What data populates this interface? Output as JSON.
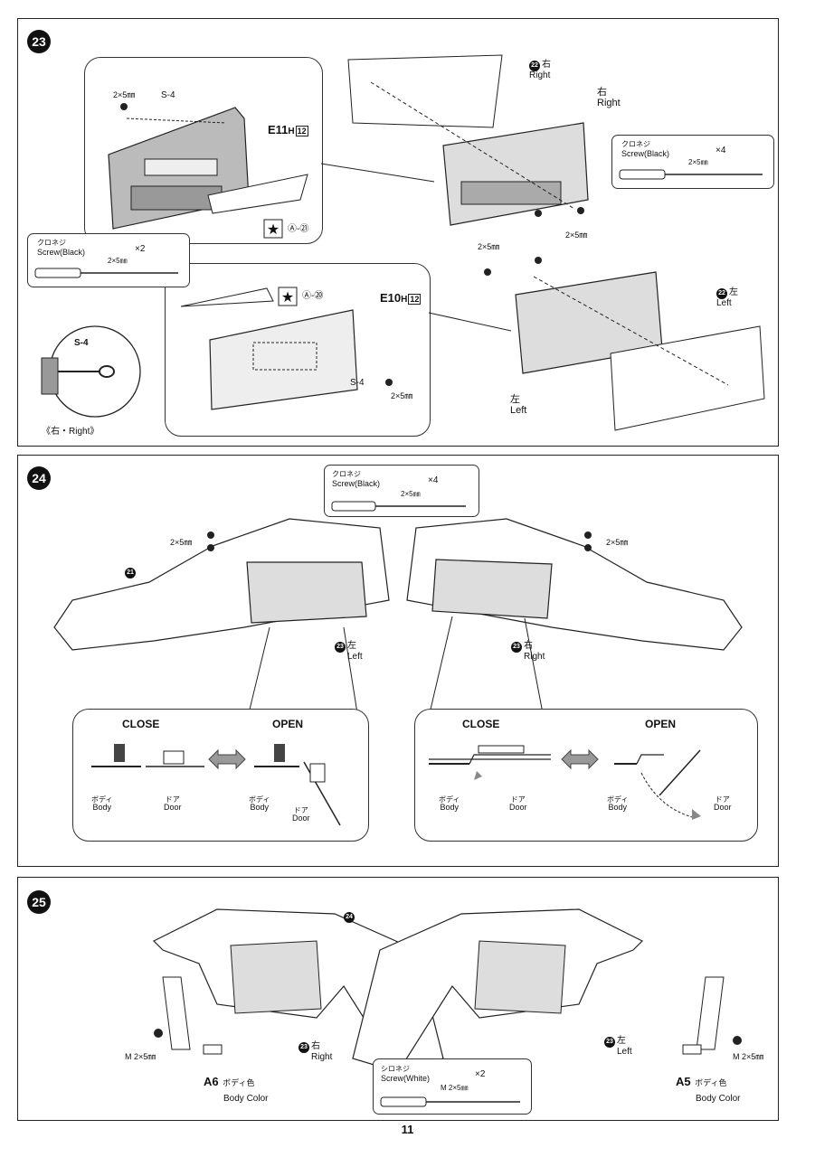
{
  "page_number": "11",
  "step23": {
    "number": "23",
    "screw_size": "2×5㎜",
    "s4": "S-4",
    "e11": "E11",
    "e10": "E10",
    "h12": "H",
    "h12_box": "12",
    "a21": "Ⓐ-㉑",
    "a20": "Ⓐ-⑳",
    "door_right_num": "22",
    "door_right_jp": "右",
    "door_right_en": "Right",
    "right_jp": "右",
    "right_en": "Right",
    "door_left_num": "22",
    "door_left_jp": "左",
    "door_left_en": "Left",
    "left_jp": "左",
    "left_en": "Left",
    "screw_box_right": {
      "jp": "クロネジ",
      "en": "Screw(Black)",
      "qty": "×4",
      "size": "2×5㎜"
    },
    "screw_box_left": {
      "jp": "クロネジ",
      "en": "Screw(Black)",
      "qty": "×2",
      "size": "2×5㎜"
    },
    "inset_caption": "《右・Right》"
  },
  "step24": {
    "number": "24",
    "screw_box": {
      "jp": "クロネジ",
      "en": "Screw(Black)",
      "qty": "×4",
      "size": "2×5㎜"
    },
    "screw_size": "2×5㎜",
    "body_num": "21",
    "left_door_num": "23",
    "left_jp": "左",
    "left_en": "Left",
    "right_door_num": "23",
    "right_jp": "右",
    "right_en": "Right",
    "close": "CLOSE",
    "open": "OPEN",
    "body_jp": "ボディ",
    "body_en": "Body",
    "door_jp": "ドア",
    "door_en": "Door"
  },
  "step25": {
    "number": "25",
    "top_num": "24",
    "right_num": "23",
    "right_jp": "右",
    "right_en": "Right",
    "left_num": "23",
    "left_jp": "左",
    "left_en": "Left",
    "screw_m": "M 2×5㎜",
    "a6": "A6",
    "a5": "A5",
    "body_color_jp": "ボディ色",
    "body_color_en": "Body Color",
    "screw_box": {
      "jp": "シロネジ",
      "en": "Screw(White)",
      "qty": "×2",
      "size": "M 2×5㎜"
    }
  }
}
